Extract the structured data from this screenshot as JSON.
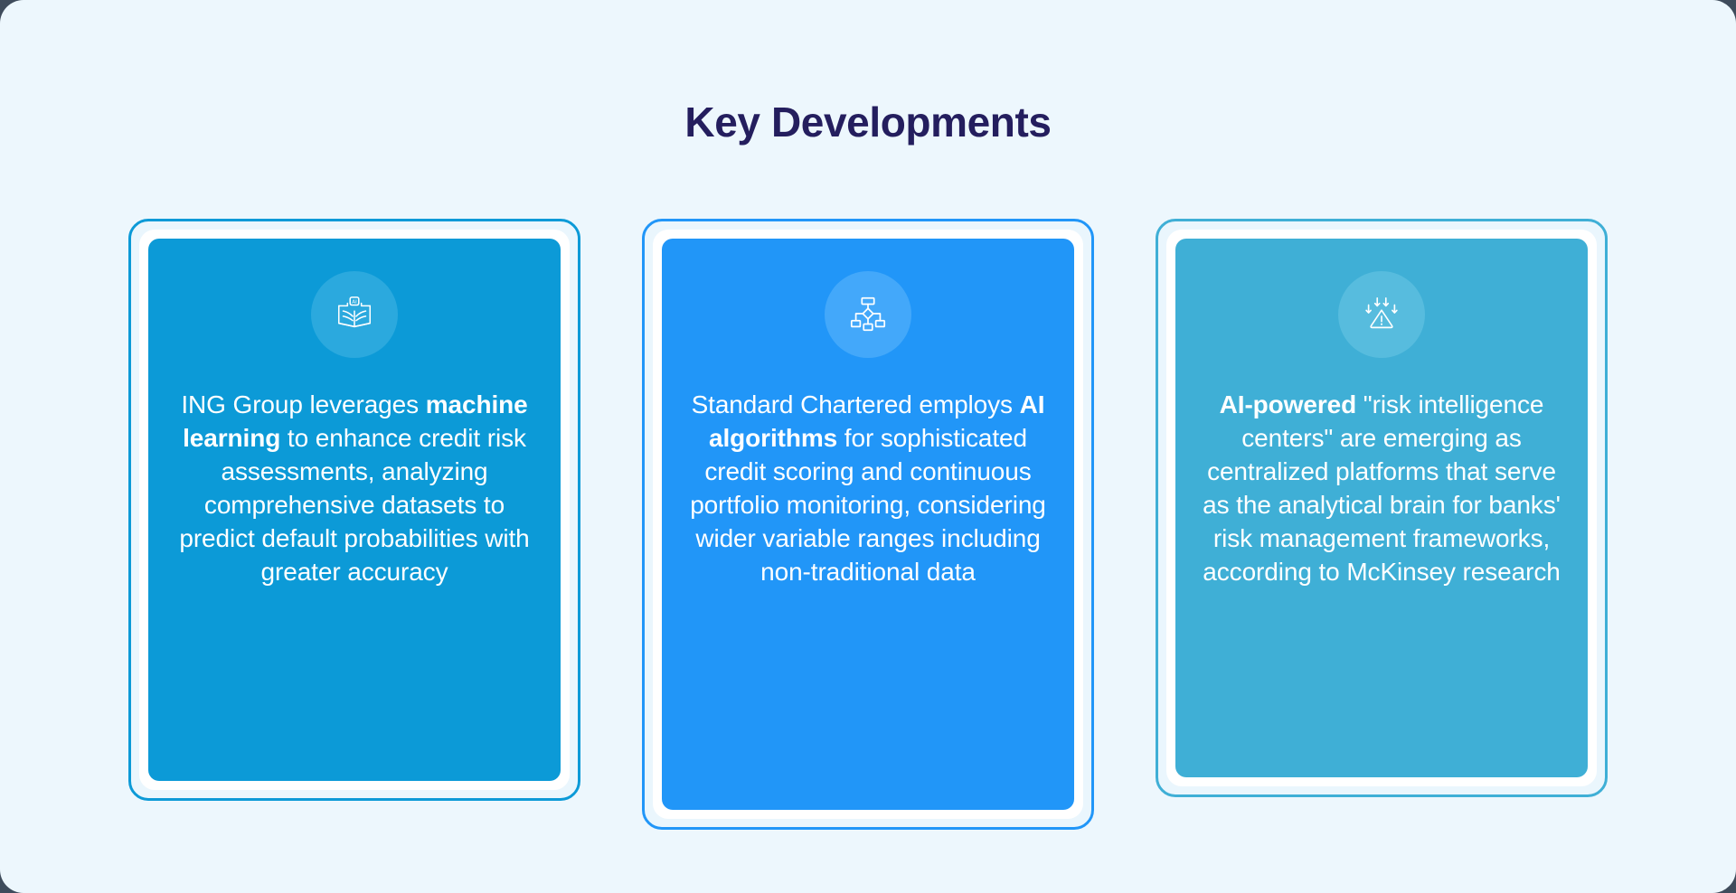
{
  "page": {
    "background_color": "#EDF7FD",
    "title": "Key Developments",
    "title_color": "#241E5E"
  },
  "cards": [
    {
      "id": "ing-group",
      "accent_color": "#0C9AD7",
      "circle_color": "#2BA9DE",
      "icon_name": "ai-book-icon",
      "text_parts": [
        {
          "text": "ING Group leverages ",
          "bold": false
        },
        {
          "text": "machine learning",
          "bold": true
        },
        {
          "text": " to enhance credit risk assessments, analyzing comprehensive datasets to predict default probabilities with greater accuracy",
          "bold": false
        }
      ],
      "plain_text": "ING Group leverages machine learning to enhance credit risk assessments, analyzing comprehensive datasets to predict default probabilities with greater accuracy"
    },
    {
      "id": "standard-chartered",
      "accent_color": "#2196F8",
      "circle_color": "#43A8FA",
      "icon_name": "decision-tree-icon",
      "text_parts": [
        {
          "text": "Standard Chartered employs ",
          "bold": false
        },
        {
          "text": "AI algorithms",
          "bold": true
        },
        {
          "text": " for sophisticated credit scoring and continuous portfolio monitoring, considering wider variable ranges including non-traditional data",
          "bold": false
        }
      ],
      "plain_text": "Standard Chartered employs AI algorithms for sophisticated credit scoring and continuous portfolio monitoring, considering wider variable ranges including non-traditional data"
    },
    {
      "id": "risk-intelligence-centers",
      "accent_color": "#3FAFD6",
      "circle_color": "#57BCDE",
      "icon_name": "risk-alert-icon",
      "text_parts": [
        {
          "text": "AI-powered",
          "bold": true
        },
        {
          "text": " \"risk intelligence centers\" are emerging as centralized platforms that serve as the analytical brain for banks' risk management frameworks, according to McKinsey research",
          "bold": false
        }
      ],
      "plain_text": "AI-powered \"risk intelligence centers\" are emerging as centralized platforms that serve as the analytical brain for banks' risk management frameworks, according to McKinsey research"
    }
  ]
}
